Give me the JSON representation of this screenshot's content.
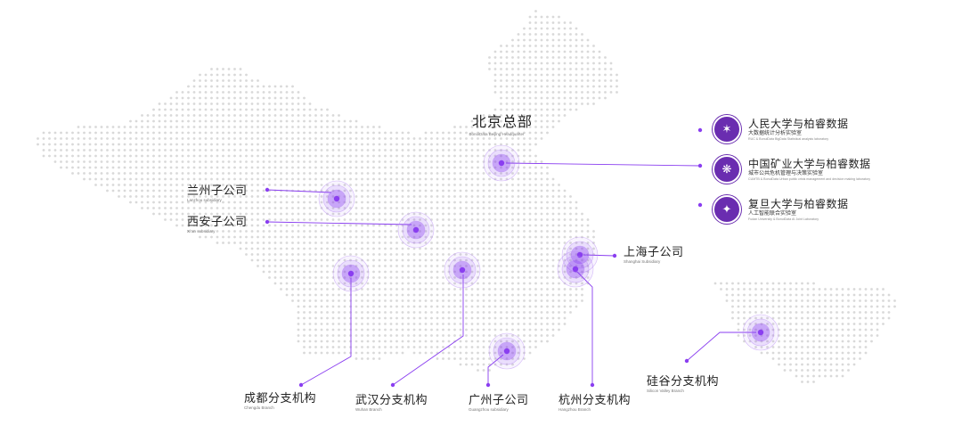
{
  "colors": {
    "accent": "#8a3ef0",
    "dot": "#d9d9d9",
    "pulse": "#b98cf5"
  },
  "hq": {
    "name": "北京总部",
    "en": "BonuiData Beijing Headquarter"
  },
  "offices": [
    {
      "key": "lanzhou",
      "name": "兰州子公司",
      "en": "Lanzhou subsidiary"
    },
    {
      "key": "xian",
      "name": "西安子公司",
      "en": "Xi'an subsidiary"
    },
    {
      "key": "shanghai",
      "name": "上海子公司",
      "en": "Shanghai Subsidiary"
    },
    {
      "key": "chengdu",
      "name": "成都分支机构",
      "en": "Chengdu Branch"
    },
    {
      "key": "wuhan",
      "name": "武汉分支机构",
      "en": "Wuhan Branch"
    },
    {
      "key": "guangzhou",
      "name": "广州子公司",
      "en": "Guangzhou subsidiary"
    },
    {
      "key": "hangzhou",
      "name": "杭州分支机构",
      "en": "Hangzhou Branch"
    },
    {
      "key": "silicon",
      "name": "硅谷分支机构",
      "en": "Silicon Valley Branch"
    }
  ],
  "partners": [
    {
      "title": "人民大学与柏睿数据",
      "sub": "大数据统计分析实验室",
      "en": "RUC & BonuiData BigData Statistical analysis laboratory",
      "icon": "university-seal-icon"
    },
    {
      "title": "中国矿业大学与柏睿数据",
      "sub": "城市公共危机管理与决策实验室",
      "en": "CUMTB & BonuiData Urban public crisis management and decision making laboratory",
      "icon": "university-seal-icon"
    },
    {
      "title": "复旦大学与柏睿数据",
      "sub": "人工智能联合实验室",
      "en": "Fudan University & BonuiData AI Joint Laboratory",
      "icon": "university-seal-icon"
    }
  ]
}
